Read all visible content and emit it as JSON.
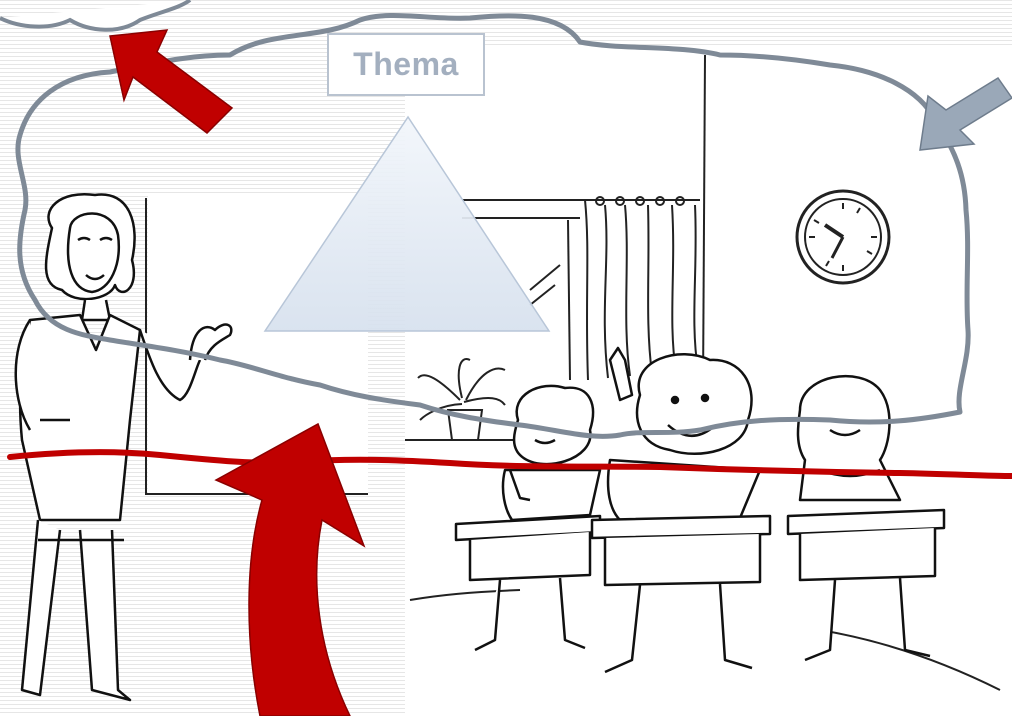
{
  "slide": {
    "theme_label": "Thema"
  },
  "colors": {
    "arrow_red": "#c00000",
    "arrow_grey": "#9aa8b8",
    "cloud_outline": "#7f8a97",
    "red_line": "#c00000",
    "triangle_fill": "#e3eaf4",
    "label_text": "#a3afbf"
  },
  "illustration": {
    "scene": "classroom",
    "figures": [
      "teacher",
      "student-left",
      "student-middle",
      "student-right"
    ],
    "objects": [
      "wall-clock",
      "curtain",
      "potted-plant",
      "school-desk",
      "school-desk",
      "school-desk"
    ]
  }
}
